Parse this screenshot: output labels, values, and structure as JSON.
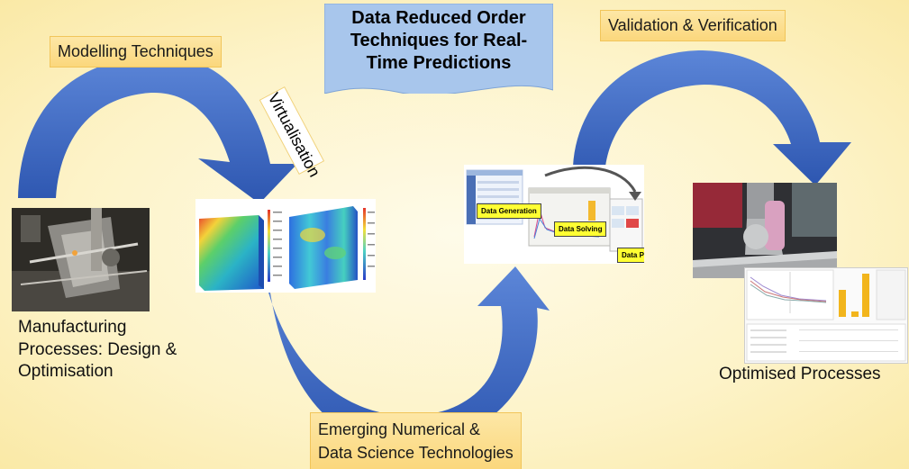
{
  "banner": {
    "line1": "Data Reduced Order",
    "line2": "Techniques for Real-",
    "line3": "Time Predictions"
  },
  "labels": {
    "modelling": "Modelling Techniques",
    "validation": "Validation & Verification",
    "virtualisation": "Virtualisation",
    "emerging_line1": "Emerging Numerical &",
    "emerging_line2": "Data Science Technologies",
    "manufacturing_line1": "Manufacturing",
    "manufacturing_line2": "Processes: Design &",
    "manufacturing_line3": "Optimisation",
    "optimised": "Optimised Processes"
  },
  "workflow_tags": {
    "generation": "Data Generation",
    "solving": "Data Solving",
    "prediction": "Data Prediction"
  },
  "colors": {
    "arrow": "#3a66c4",
    "banner": "#a8c6ec",
    "tag": "#fcdc86",
    "highlight": "#ffff33"
  },
  "icons": {
    "arrows": "curved-arrow-icon"
  }
}
